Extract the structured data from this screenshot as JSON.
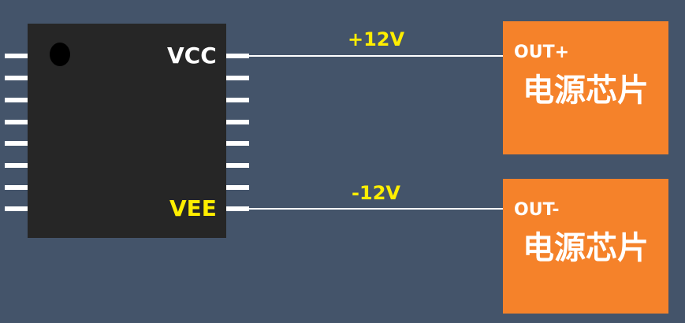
{
  "chip": {
    "pins": {
      "vcc": "VCC",
      "vee": "VEE"
    }
  },
  "wires": {
    "top": {
      "label": "+12V"
    },
    "bottom": {
      "label": "-12V"
    }
  },
  "boxes": {
    "top": {
      "terminal": "OUT+",
      "title": "电源芯片"
    },
    "bottom": {
      "terminal": "OUT-",
      "title": "电源芯片"
    }
  },
  "colors": {
    "background": "#44546a",
    "chip": "#262626",
    "box": "#f5822a",
    "vee_label": "#ffee00",
    "wire_label": "#ffee00",
    "white": "#ffffff"
  }
}
